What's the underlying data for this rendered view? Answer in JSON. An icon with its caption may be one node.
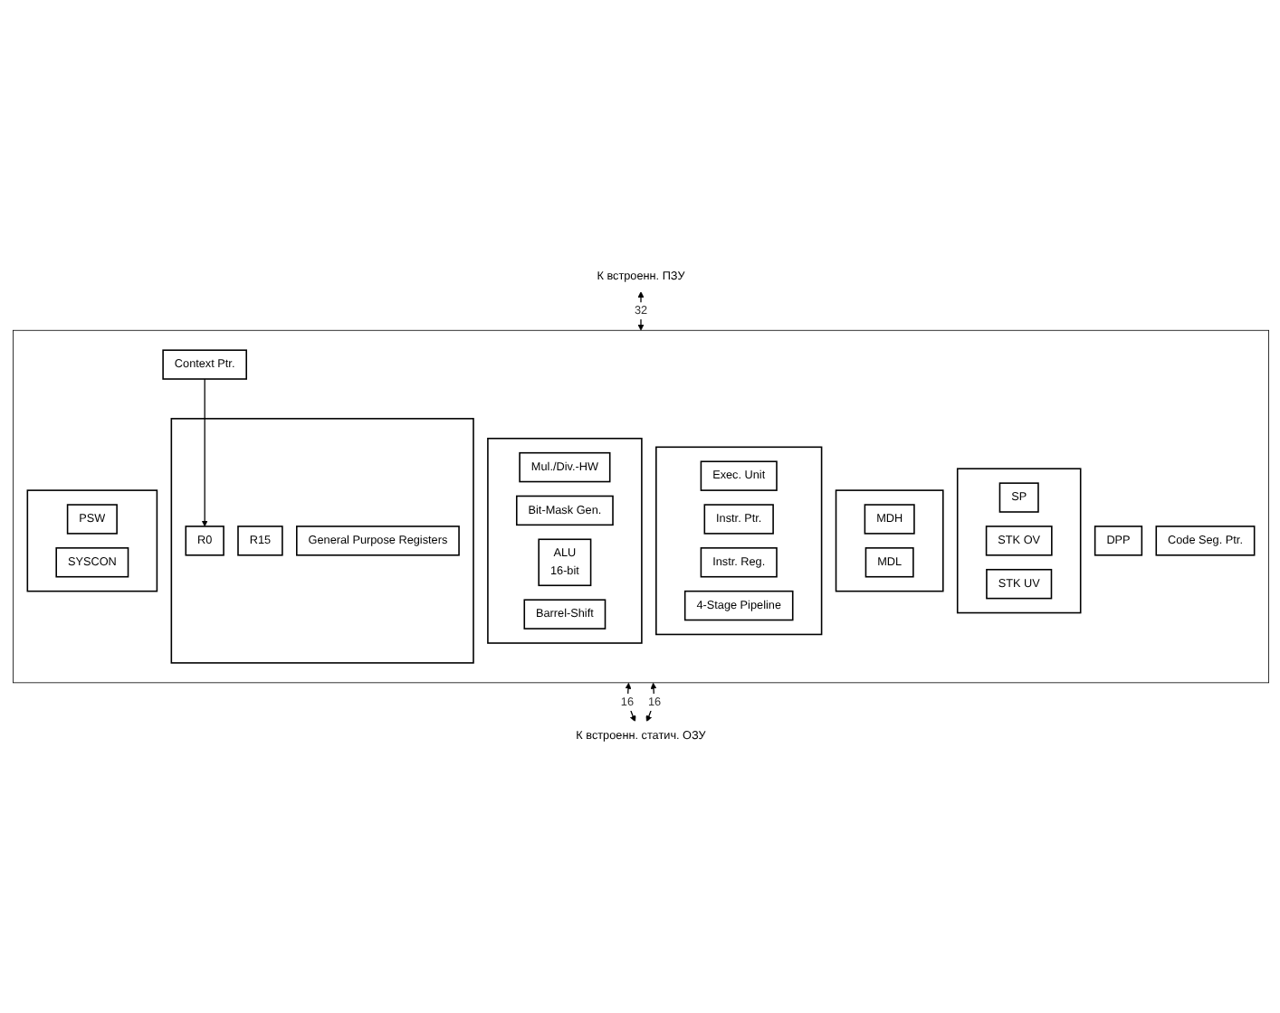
{
  "diagram": {
    "nodes": [
      {
        "text": [],
        "shape": "box"
      },
      {
        "text": [],
        "shape": "box",
        "in": 0
      },
      {
        "text": [
          "SP"
        ],
        "in": 1
      },
      {
        "text": [
          "STK OV"
        ],
        "in": 1
      },
      {
        "text": [
          "STK UV"
        ],
        "in": 1
      },
      {
        "text": [],
        "shape": "box",
        "in": 0
      },
      {
        "text": [
          "MDH"
        ],
        "in": 5
      },
      {
        "text": [
          "MDL"
        ],
        "in": 5
      },
      {
        "text": [],
        "shape": "box",
        "in": 0
      },
      {
        "text": [
          "R15"
        ],
        "in": 8
      },
      {
        "text": [
          "General Purpose Registers"
        ],
        "in": 8
      },
      {
        "text": [
          "R0"
        ],
        "in": 8
      },
      {
        "text": [],
        "shape": "box",
        "in": 0
      },
      {
        "text": [
          "Exec. Unit"
        ],
        "in": 12
      },
      {
        "text": [
          "Instr. Ptr."
        ],
        "in": 12
      },
      {
        "text": [
          "Instr. Reg."
        ],
        "in": 12
      },
      {
        "text": [
          "4-Stage Pipeline"
        ],
        "in": 12
      },
      {
        "text": [],
        "shape": "box",
        "in": 0
      },
      {
        "text": [
          "Mul./Div.-HW"
        ],
        "in": 17
      },
      {
        "text": [
          "Bit-Mask Gen."
        ],
        "in": 17
      },
      {
        "text": [
          "ALU",
          "16-bit"
        ],
        "in": 17
      },
      {
        "text": [
          "Barrel-Shift"
        ],
        "in": 17
      },
      {
        "text": [
          "DPP"
        ],
        "in": 0
      },
      {
        "text": [
          "Code Seg. Ptr."
        ],
        "in": 0
      },
      {
        "text": [],
        "shape": "box",
        "in": 0
      },
      {
        "text": [
          "PSW"
        ],
        "in": 24
      },
      {
        "text": [
          "SYSCON"
        ],
        "in": 24
      },
      {
        "text": [
          "Context Ptr."
        ],
        "in": 0
      },
      {
        "text": [
          "К встроенн. ПЗУ"
        ]
      },
      {
        "text": [
          "К встроенн. статич. ОЗУ"
        ]
      }
    ],
    "edges": [
      {
        "from": 27,
        "to": 11,
        "arrow": "to"
      },
      {
        "from": 28,
        "to": 0,
        "arrow": "both",
        "label": "32"
      },
      {
        "from": 0,
        "to": 29,
        "arrow": "both",
        "label": "16"
      },
      {
        "from": 0,
        "to": 29,
        "arrow": "both",
        "label": "16"
      }
    ]
  }
}
